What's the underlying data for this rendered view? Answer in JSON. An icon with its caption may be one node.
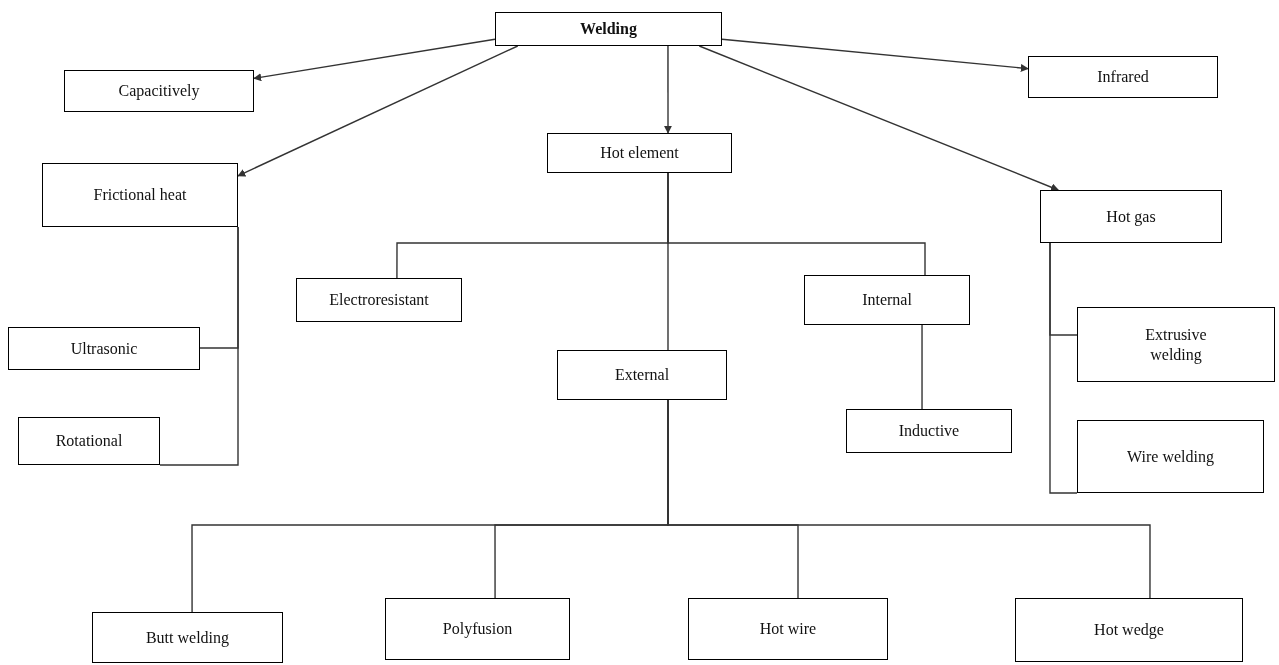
{
  "diagram": {
    "nodes": [
      {
        "text": [
          "Welding"
        ]
      },
      {
        "text": [
          "Capacitively"
        ]
      },
      {
        "text": [
          "Infrared"
        ]
      },
      {
        "text": [
          "Hot element"
        ]
      },
      {
        "text": [
          "Frictional heat"
        ]
      },
      {
        "text": [
          "Hot gas"
        ]
      },
      {
        "text": [
          "Electroresistant"
        ]
      },
      {
        "text": [
          "Internal"
        ]
      },
      {
        "text": [
          "External"
        ]
      },
      {
        "text": [
          "Ultrasonic"
        ]
      },
      {
        "text": [
          "Extrusive welding"
        ]
      },
      {
        "text": [
          "Inductive"
        ]
      },
      {
        "text": [
          "Rotational"
        ]
      },
      {
        "text": [
          "Wire welding"
        ]
      },
      {
        "text": [
          "Butt welding"
        ]
      },
      {
        "text": [
          "Polyfusion"
        ]
      },
      {
        "text": [
          "Hot wire"
        ]
      },
      {
        "text": [
          "Hot wedge"
        ]
      }
    ],
    "edges": [
      {
        "from": 0,
        "to": 1,
        "arrow": "to"
      },
      {
        "from": 0,
        "to": 2,
        "arrow": "to"
      },
      {
        "from": 0,
        "to": 3,
        "arrow": "to"
      },
      {
        "from": 0,
        "to": 4,
        "arrow": "to"
      },
      {
        "from": 0,
        "to": 5,
        "arrow": "to"
      },
      {
        "from": 3,
        "to": 6,
        "arrow": "none"
      },
      {
        "from": 3,
        "to": 7,
        "arrow": "none"
      },
      {
        "from": 3,
        "to": 8,
        "arrow": "none"
      },
      {
        "from": 7,
        "to": 11,
        "arrow": "none"
      },
      {
        "from": 8,
        "to": 14,
        "arrow": "none"
      },
      {
        "from": 8,
        "to": 15,
        "arrow": "none"
      },
      {
        "from": 8,
        "to": 16,
        "arrow": "none"
      },
      {
        "from": 8,
        "to": 17,
        "arrow": "none"
      },
      {
        "from": 4,
        "to": 9,
        "arrow": "none"
      },
      {
        "from": 4,
        "to": 12,
        "arrow": "none"
      },
      {
        "from": 5,
        "to": 10,
        "arrow": "none"
      },
      {
        "from": 5,
        "to": 13,
        "arrow": "none"
      }
    ]
  }
}
